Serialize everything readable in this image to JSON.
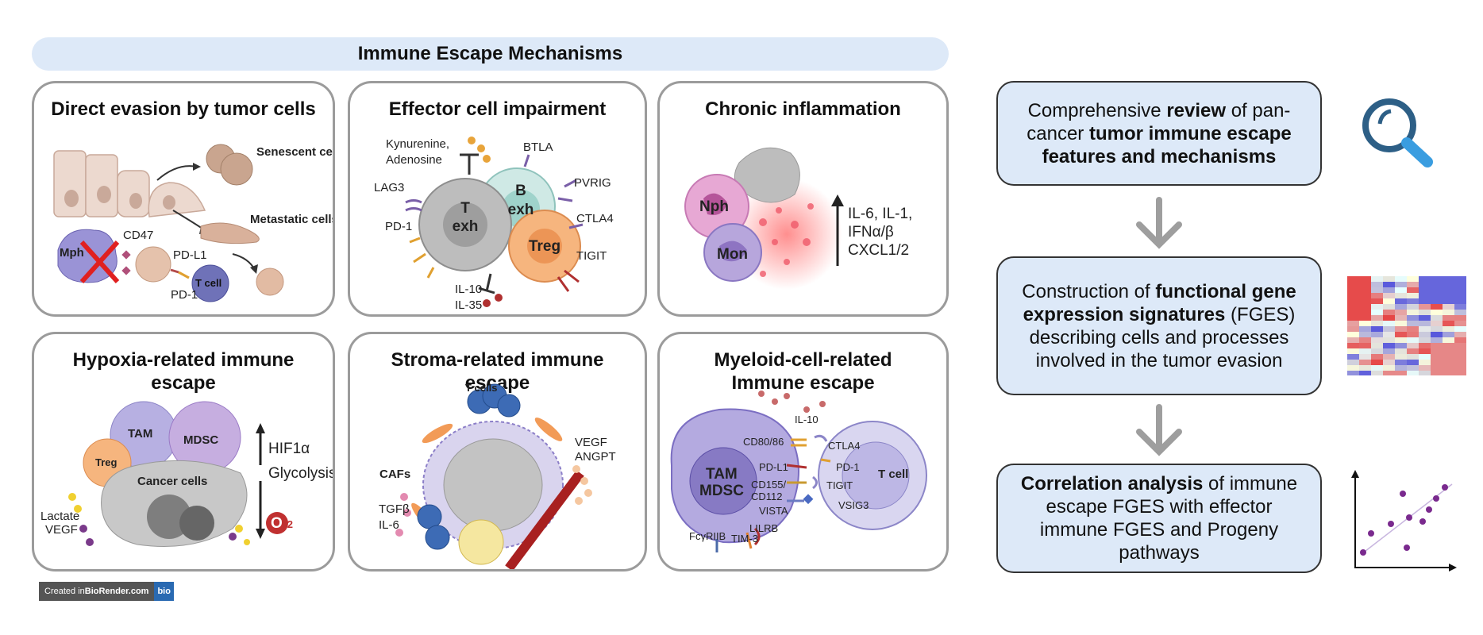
{
  "banner": "Immune Escape Mechanisms",
  "panels": [
    {
      "title": "Direct evasion by tumor cells",
      "labels": {
        "senescent": "Senescent cells",
        "metastatic": "Metastatic cells",
        "mph": "Mph",
        "cd47": "CD47",
        "pdl1": "PD-L1",
        "pd1": "PD-1",
        "tcell": "T cell"
      }
    },
    {
      "title": "Effector cell impairment",
      "labels": {
        "kynurenine": "Kynurenine,",
        "adenosine": "Adenosine",
        "btla": "BTLA",
        "lag3": "LAG3",
        "pvrig": "PVRIG",
        "pd1": "PD-1",
        "ctla4": "CTLA4",
        "tigit": "TIGIT",
        "il10": "IL-10",
        "il35": "IL-35",
        "texh_t": "T",
        "texh_exh": "exh",
        "bexh_b": "B",
        "bexh_exh": "exh",
        "treg": "Treg"
      }
    },
    {
      "title": "Chronic inflammation",
      "labels": {
        "nph": "Nph",
        "mon": "Mon",
        "cyt1": "IL-6, IL-1,",
        "cyt2": "IFNα/β",
        "cyt3": "CXCL1/2"
      }
    },
    {
      "title": "Hypoxia-related immune escape",
      "labels": {
        "tam": "TAM",
        "mdsc": "MDSC",
        "treg": "Treg",
        "cancer": "Cancer cells",
        "hif": "HIF1α",
        "glyco": "Glycolysis",
        "lactate": "Lactate",
        "vegf": "VEGF",
        "o2_o": "O",
        "o2_2": "2"
      }
    },
    {
      "title": "Stroma-related immune escape",
      "labels": {
        "tcells": "T cells",
        "vegf": "VEGF",
        "angpt": "ANGPT",
        "cafs": "CAFs",
        "tgfb": "TGFβ",
        "il6": "IL-6"
      }
    },
    {
      "title": "Myeloid-cell-related Immune escape",
      "labels": {
        "il10": "IL-10",
        "cd8086": "CD80/86",
        "ctla4": "CTLA4",
        "pdl1": "PD-L1",
        "pd1": "PD-1",
        "tam": "TAM",
        "mdsc": "MDSC",
        "cd155": "CD155/",
        "cd112": "CD112",
        "tigit": "TIGIT",
        "vista": "VISTA",
        "vsig3": "VSIG3",
        "lilrb": "LILRB",
        "tim3": "TIM-3",
        "fcyriib": "FcγRIIB",
        "tcell": "T cell"
      }
    }
  ],
  "steps": [
    {
      "p1": "Comprehensive ",
      "b1": "review",
      "p2": " of pan-cancer ",
      "b2": "tumor immune escape features and mechanisms"
    },
    {
      "p1": "Construction of ",
      "b1": "functional gene expression signatures",
      "p2": " (FGES) describing cells and processes involved in the tumor evasion"
    },
    {
      "b1": "Correlation analysis",
      "p1": " of immune escape FGES with effector immune FGES and Progeny pathways"
    }
  ],
  "icons": [
    "magnifier-icon",
    "heatmap-icon",
    "scatter-plot-icon",
    "down-arrow-icon"
  ],
  "badge": {
    "prefix": "Created in ",
    "brand": "BioRender.com",
    "tag": "bio"
  },
  "colors": {
    "banner_bg": "#dde9f8",
    "step_bg": "#dde9f8",
    "panel_border": "#9b9b9b",
    "arrow": "#9e9e9e"
  }
}
